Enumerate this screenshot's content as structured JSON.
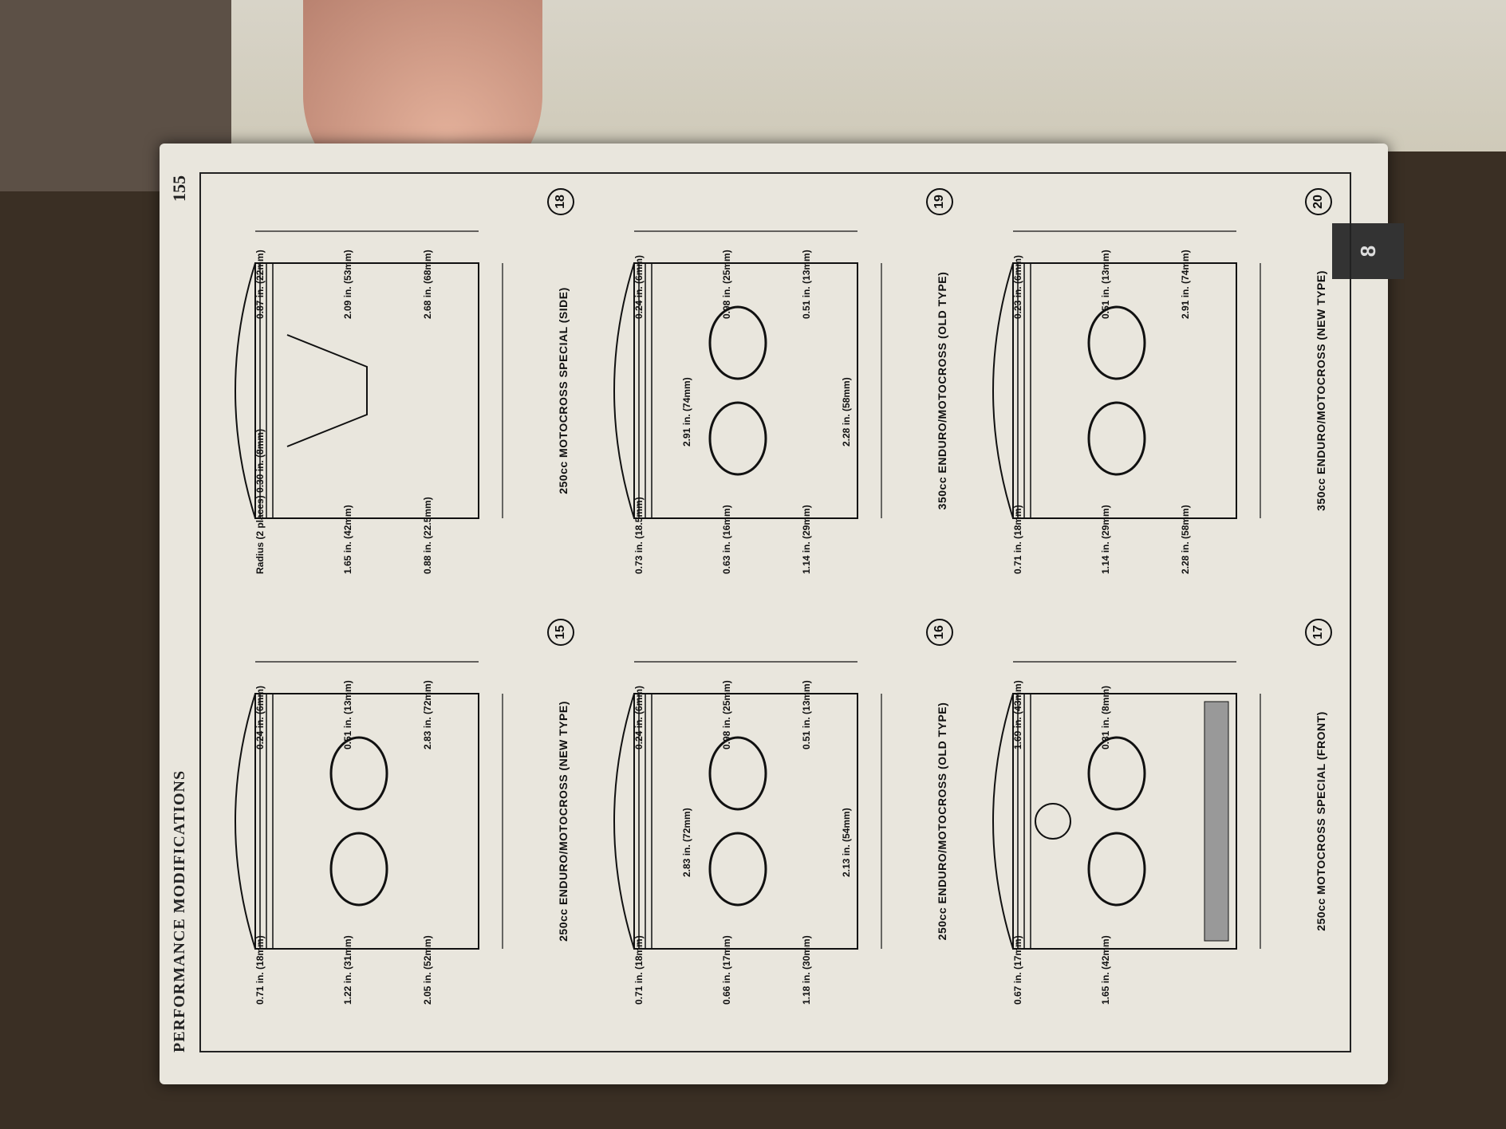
{
  "header": {
    "chapter_title": "PERFORMANCE MODIFICATIONS",
    "page_number": "155",
    "chapter_tab": "8"
  },
  "figures": [
    {
      "number": "15",
      "caption": "250cc ENDURO/MOTOCROSS (NEW TYPE)",
      "dims": [
        "0.71 in. (18mm)",
        "0.24 in. (6mm)",
        "1.22 in. (31mm)",
        "0.51 in. (13mm)",
        "2.05 in. (52mm)",
        "2.83 in. (72mm)"
      ]
    },
    {
      "number": "16",
      "caption": "250cc ENDURO/MOTOCROSS (OLD TYPE)",
      "dims": [
        "0.71 in. (18mm)",
        "0.24 in. (6mm)",
        "0.66 in. (17mm)",
        "0.98 in. (25mm)",
        "1.18 in. (30mm)",
        "0.51 in. (13mm)",
        "2.13 in. (54mm)",
        "2.83 in. (72mm)"
      ]
    },
    {
      "number": "17",
      "caption": "250cc MOTOCROSS SPECIAL (FRONT)",
      "dims": [
        "0.67 in. (17mm)",
        "1.69 in. (43mm)",
        "1.65 in. (42mm)",
        "0.31 in. (8mm)"
      ]
    },
    {
      "number": "18",
      "caption": "250cc MOTOCROSS SPECIAL (SIDE)",
      "dims": [
        "Radius (2 places) 0.30 in. (8mm)",
        "0.87 in. (22mm)",
        "1.65 in. (42mm)",
        "2.09 in. (53mm)",
        "0.88 in. (22.5mm)",
        "2.68 in. (68mm)"
      ]
    },
    {
      "number": "19",
      "caption": "350cc ENDURO/MOTOCROSS (OLD TYPE)",
      "dims": [
        "0.73 in. (18.5mm)",
        "0.24 in. (6mm)",
        "0.63 in. (16mm)",
        "0.98 in. (25mm)",
        "1.14 in. (29mm)",
        "0.51 in. (13mm)",
        "2.28 in. (58mm)",
        "2.91 in. (74mm)"
      ]
    },
    {
      "number": "20",
      "caption": "350cc ENDURO/MOTOCROSS (NEW TYPE)",
      "dims": [
        "0.71 in. (18mm)",
        "0.23 in. (6mm)",
        "1.14 in. (29mm)",
        "0.51 in. (13mm)",
        "2.28 in. (58mm)",
        "2.91 in. (74mm)"
      ]
    }
  ]
}
